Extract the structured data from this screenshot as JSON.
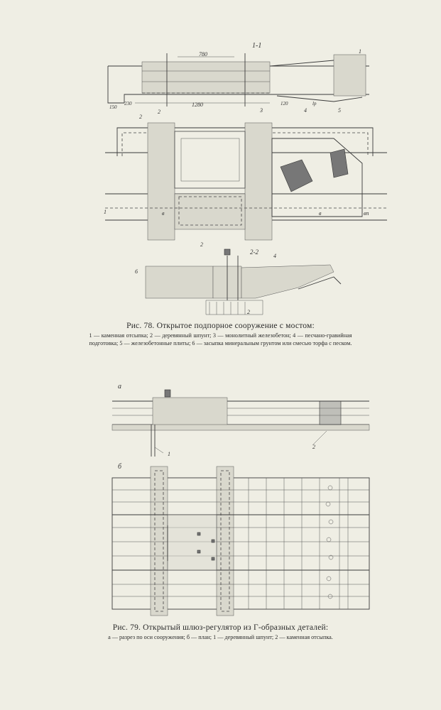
{
  "figure78": {
    "title": "Рис. 78. Открытое подпорное сооружение с мостом:",
    "legend": "1 — каменная отсыпка; 2 — деревянный шпунт; 3 — монолитный железобетон; 4 — песчано-гравийная подготовка; 5 — железобетонные плиты; 6 — засыпка минеральным грунтом или смесью торфа с песком.",
    "section_1_label": "1-1",
    "section_2_label": "2-2",
    "dim_780": "780",
    "dim_1280": "1280",
    "dim_230": "230",
    "dim_150": "150",
    "dim_120": "120",
    "dim_lp": "lp",
    "dim_b": "в",
    "dim_bn": "вп",
    "marks": [
      "1",
      "2",
      "3",
      "4",
      "5",
      "6"
    ]
  },
  "figure79": {
    "title": "Рис. 79. Открытый шлюз-регулятор из Г-образных деталей:",
    "legend": "а — разрез по оси сооружения; б — план; 1 — деревянный шпунт; 2 — каменная отсыпка.",
    "label_a": "а",
    "label_b": "б",
    "marks": [
      "1",
      "2"
    ]
  }
}
